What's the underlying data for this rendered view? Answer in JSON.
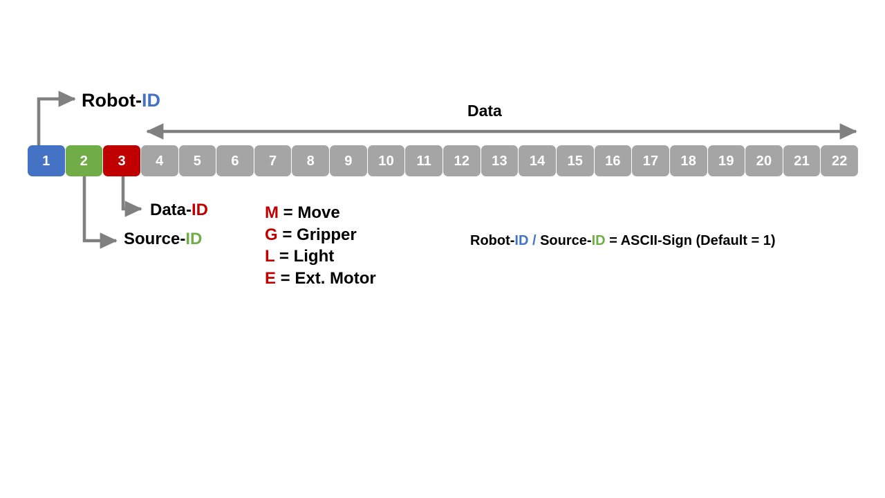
{
  "diagram": {
    "title_data_label": "Data",
    "byte_strip": {
      "cells": [
        {
          "num": "1",
          "color_key": "blue"
        },
        {
          "num": "2",
          "color_key": "green"
        },
        {
          "num": "3",
          "color_key": "red"
        },
        {
          "num": "4",
          "color_key": "grey"
        },
        {
          "num": "5",
          "color_key": "grey"
        },
        {
          "num": "6",
          "color_key": "grey"
        },
        {
          "num": "7",
          "color_key": "grey"
        },
        {
          "num": "8",
          "color_key": "grey"
        },
        {
          "num": "9",
          "color_key": "grey"
        },
        {
          "num": "10",
          "color_key": "grey"
        },
        {
          "num": "11",
          "color_key": "grey"
        },
        {
          "num": "12",
          "color_key": "grey"
        },
        {
          "num": "13",
          "color_key": "grey"
        },
        {
          "num": "14",
          "color_key": "grey"
        },
        {
          "num": "15",
          "color_key": "grey"
        },
        {
          "num": "16",
          "color_key": "grey"
        },
        {
          "num": "17",
          "color_key": "grey"
        },
        {
          "num": "18",
          "color_key": "grey"
        },
        {
          "num": "19",
          "color_key": "grey"
        },
        {
          "num": "20",
          "color_key": "grey"
        },
        {
          "num": "21",
          "color_key": "grey"
        },
        {
          "num": "22",
          "color_key": "grey"
        }
      ]
    },
    "callouts": {
      "robot_id": {
        "prefix": "Robot-",
        "id": "ID"
      },
      "data_id": {
        "prefix": "Data-",
        "id": "ID"
      },
      "source_id": {
        "prefix": "Source-",
        "id": "ID"
      }
    },
    "command_legend": [
      {
        "key": "M",
        "eq": " = ",
        "meaning": "Move"
      },
      {
        "key": "G",
        "eq": " = ",
        "meaning": "Gripper"
      },
      {
        "key": "L",
        "eq": " = ",
        "meaning": "Light"
      },
      {
        "key": "E",
        "eq": " = ",
        "meaning": "Ext. Motor"
      }
    ],
    "ascii_note": {
      "robot_prefix": "Robot-",
      "robot_id": "ID",
      "separator": " / ",
      "source_prefix": "Source-",
      "source_id": "ID",
      "tail": " = ASCII-Sign (Default = 1)"
    },
    "colors": {
      "blue": "#4472C4",
      "green": "#70AD47",
      "red": "#C00000",
      "grey": "#A5A5A5",
      "connector": "#808080",
      "text": "#000000",
      "background": "#FFFFFF"
    }
  }
}
